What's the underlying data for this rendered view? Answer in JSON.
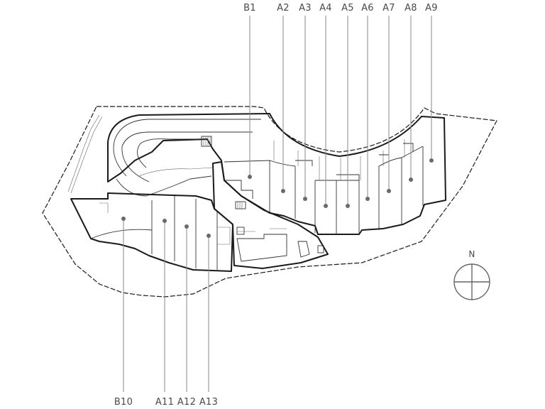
{
  "compass": {
    "label": "N"
  },
  "units": [
    {
      "id": "B1",
      "dot": [
        352,
        249
      ],
      "side": "top"
    },
    {
      "id": "A2",
      "dot": [
        399,
        269
      ],
      "side": "top"
    },
    {
      "id": "A3",
      "dot": [
        430,
        280
      ],
      "side": "top"
    },
    {
      "id": "A4",
      "dot": [
        459,
        290
      ],
      "side": "top"
    },
    {
      "id": "A5",
      "dot": [
        490,
        290
      ],
      "side": "top"
    },
    {
      "id": "A6",
      "dot": [
        518,
        280
      ],
      "side": "top"
    },
    {
      "id": "A7",
      "dot": [
        548,
        269
      ],
      "side": "top"
    },
    {
      "id": "A8",
      "dot": [
        579,
        253
      ],
      "side": "top"
    },
    {
      "id": "A9",
      "dot": [
        608,
        226
      ],
      "side": "top"
    },
    {
      "id": "B10",
      "dot": [
        174,
        308
      ],
      "side": "bottom"
    },
    {
      "id": "A11",
      "dot": [
        232,
        311
      ],
      "side": "bottom"
    },
    {
      "id": "A12",
      "dot": [
        263,
        319
      ],
      "side": "bottom"
    },
    {
      "id": "A13",
      "dot": [
        294,
        332
      ],
      "side": "bottom"
    }
  ],
  "colors": {
    "line": "#1a1a1a",
    "leader": "#8a8a8a",
    "label": "#4a4a4a"
  }
}
